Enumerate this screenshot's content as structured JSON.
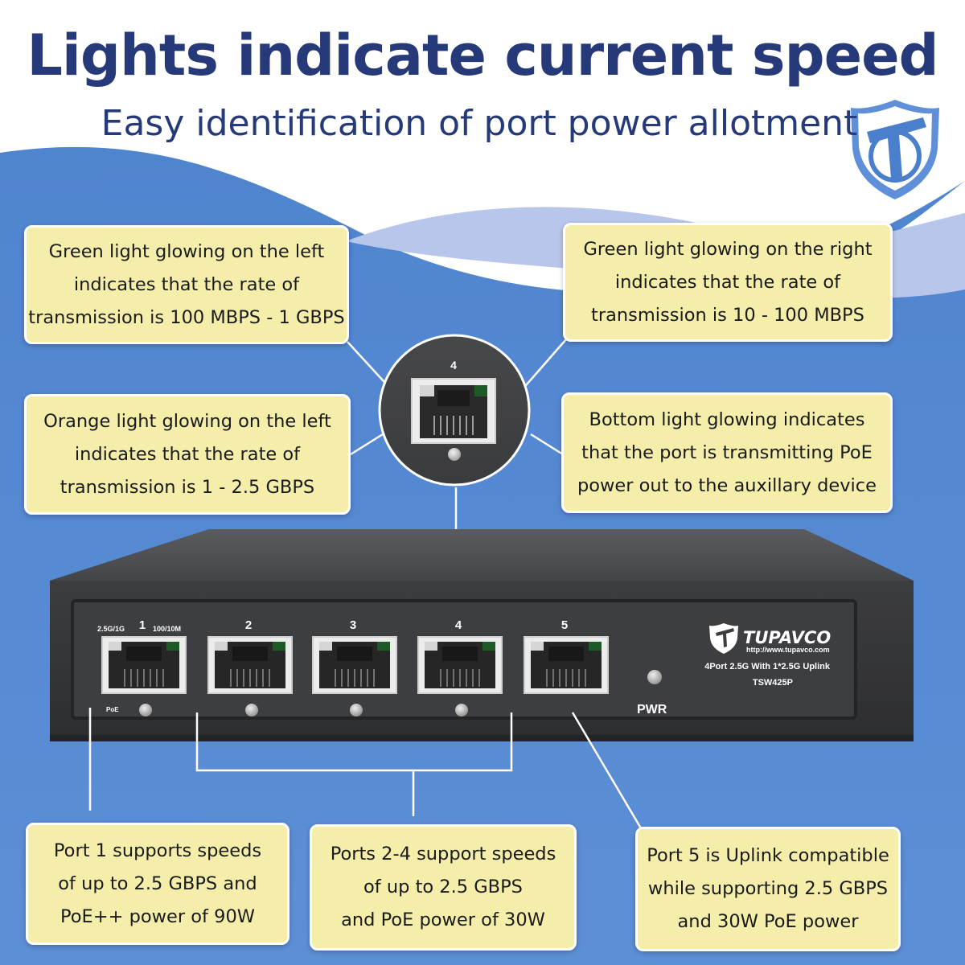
{
  "header": {
    "title": "Lights indicate current speed",
    "subtitle": "Easy identification of port power allotment"
  },
  "callouts": {
    "green_left": [
      "Green light glowing on the left",
      "indicates that the rate of",
      "transmission is 100 MBPS - 1 GBPS"
    ],
    "green_right": [
      "Green light glowing on the right",
      "indicates that the rate of",
      "transmission is 10 - 100 MBPS"
    ],
    "orange_left": [
      "Orange light glowing on the left",
      "indicates that the rate of",
      "transmission is 1 - 2.5 GBPS"
    ],
    "bottom_light": [
      "Bottom light glowing indicates",
      "that the port is transmitting PoE",
      "power out to the auxillary device"
    ],
    "port1": [
      "Port 1 supports speeds",
      "of up to 2.5 GBPS and",
      "PoE++ power of 90W"
    ],
    "ports24": [
      "Ports 2-4 support speeds",
      "of up to 2.5 GBPS",
      "and PoE power of 30W"
    ],
    "port5": [
      "Port 5 is Uplink compatible",
      "while supporting 2.5 GBPS",
      "and 30W PoE power"
    ]
  },
  "zoom": {
    "port_number": "4"
  },
  "device": {
    "brand": "TUPAVCO",
    "url": "http://www.tupavco.com",
    "model_desc": "4Port 2.5G With 1*2.5G Uplink",
    "model": "TSW425P",
    "pwr_label": "PWR",
    "poe_label": "PoE",
    "speed_left_label": "2.5G/1G",
    "speed_right_label": "100/10M",
    "ports": [
      "1",
      "2",
      "3",
      "4",
      "5"
    ]
  },
  "colors": {
    "headline": "#263a7a",
    "background_blue": "#4a7fcc",
    "callout_fill": "#f4eeaa",
    "device_body": "#3a3b3d",
    "led_green": "#1e5a26",
    "led_white": "#d7d7d7"
  }
}
